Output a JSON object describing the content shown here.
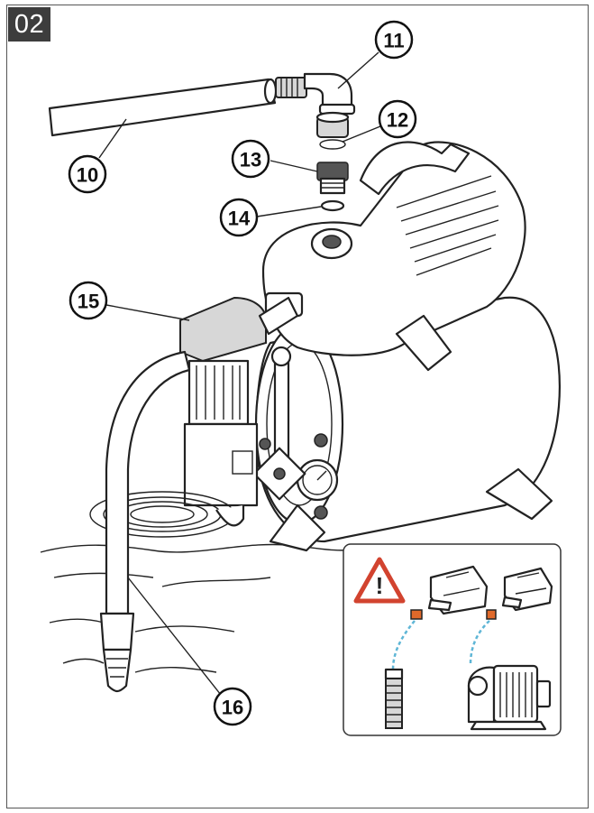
{
  "figure": {
    "number": "02"
  },
  "callouts": [
    {
      "id": "10",
      "label": "10"
    },
    {
      "id": "11",
      "label": "11"
    },
    {
      "id": "12",
      "label": "12"
    },
    {
      "id": "13",
      "label": "13"
    },
    {
      "id": "14",
      "label": "14"
    },
    {
      "id": "15",
      "label": "15"
    },
    {
      "id": "16",
      "label": "16"
    }
  ],
  "warning": {
    "icon": "warning-triangle-icon",
    "symbol": "!",
    "accent_color": "#d2432f"
  },
  "colors": {
    "hose_accent": "#5fb6d6",
    "fitting_orange": "#e0692a"
  }
}
